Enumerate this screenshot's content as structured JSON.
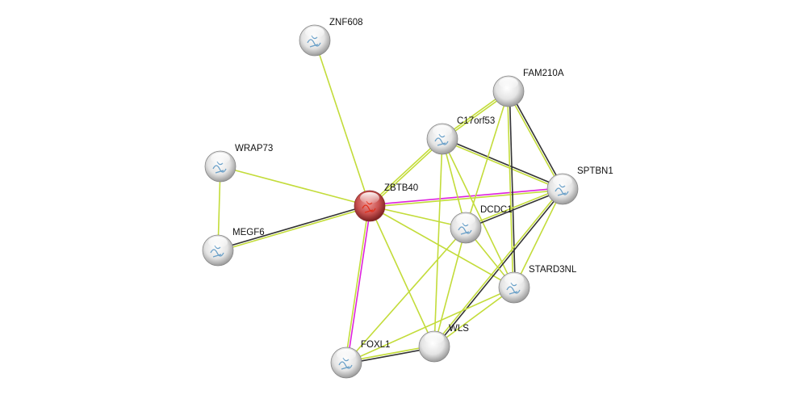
{
  "network": {
    "edge_colors": {
      "textmining": "#c3dc3a",
      "coexpression": "#333333",
      "experiments": "#dd22dd"
    },
    "node_colors": {
      "query": "#c0504d",
      "default": "#e8e8e8"
    },
    "nodes": [
      {
        "id": "ZNF608",
        "label": "ZNF608",
        "query": false,
        "structure": true
      },
      {
        "id": "FAM210A",
        "label": "FAM210A",
        "query": false,
        "structure": false
      },
      {
        "id": "C17orf53",
        "label": "C17orf53",
        "query": false,
        "structure": true
      },
      {
        "id": "WRAP73",
        "label": "WRAP73",
        "query": false,
        "structure": true
      },
      {
        "id": "SPTBN1",
        "label": "SPTBN1",
        "query": false,
        "structure": true
      },
      {
        "id": "ZBTB40",
        "label": "ZBTB40",
        "query": true,
        "structure": true
      },
      {
        "id": "DCDC1",
        "label": "DCDC1",
        "query": false,
        "structure": true
      },
      {
        "id": "MEGF6",
        "label": "MEGF6",
        "query": false,
        "structure": true
      },
      {
        "id": "STARD3NL",
        "label": "STARD3NL",
        "query": false,
        "structure": true
      },
      {
        "id": "WLS",
        "label": "WLS",
        "query": false,
        "structure": false
      },
      {
        "id": "FOXL1",
        "label": "FOXL1",
        "query": false,
        "structure": true
      }
    ],
    "edges": [
      {
        "source": "ZNF608",
        "target": "ZBTB40",
        "evidence": [
          "textmining"
        ]
      },
      {
        "source": "WRAP73",
        "target": "ZBTB40",
        "evidence": [
          "textmining"
        ]
      },
      {
        "source": "WRAP73",
        "target": "MEGF6",
        "evidence": [
          "textmining"
        ]
      },
      {
        "source": "MEGF6",
        "target": "ZBTB40",
        "evidence": [
          "coexpression",
          "textmining"
        ]
      },
      {
        "source": "ZBTB40",
        "target": "C17orf53",
        "evidence": [
          "textmining",
          "textmining"
        ]
      },
      {
        "source": "ZBTB40",
        "target": "SPTBN1",
        "evidence": [
          "experiments",
          "textmining"
        ]
      },
      {
        "source": "ZBTB40",
        "target": "DCDC1",
        "evidence": [
          "textmining"
        ]
      },
      {
        "source": "ZBTB40",
        "target": "STARD3NL",
        "evidence": [
          "textmining"
        ]
      },
      {
        "source": "ZBTB40",
        "target": "WLS",
        "evidence": [
          "textmining"
        ]
      },
      {
        "source": "ZBTB40",
        "target": "FOXL1",
        "evidence": [
          "experiments",
          "textmining"
        ]
      },
      {
        "source": "C17orf53",
        "target": "FAM210A",
        "evidence": [
          "textmining",
          "textmining"
        ]
      },
      {
        "source": "C17orf53",
        "target": "SPTBN1",
        "evidence": [
          "coexpression",
          "textmining"
        ]
      },
      {
        "source": "C17orf53",
        "target": "WLS",
        "evidence": [
          "textmining"
        ]
      },
      {
        "source": "C17orf53",
        "target": "STARD3NL",
        "evidence": [
          "textmining"
        ]
      },
      {
        "source": "C17orf53",
        "target": "DCDC1",
        "evidence": [
          "textmining"
        ]
      },
      {
        "source": "FAM210A",
        "target": "DCDC1",
        "evidence": [
          "textmining"
        ]
      },
      {
        "source": "FAM210A",
        "target": "STARD3NL",
        "evidence": [
          "coexpression",
          "textmining"
        ]
      },
      {
        "source": "FAM210A",
        "target": "SPTBN1",
        "evidence": [
          "coexpression",
          "textmining"
        ]
      },
      {
        "source": "SPTBN1",
        "target": "DCDC1",
        "evidence": [
          "coexpression",
          "textmining"
        ]
      },
      {
        "source": "SPTBN1",
        "target": "STARD3NL",
        "evidence": [
          "textmining"
        ]
      },
      {
        "source": "SPTBN1",
        "target": "WLS",
        "evidence": [
          "coexpression",
          "textmining"
        ]
      },
      {
        "source": "DCDC1",
        "target": "FOXL1",
        "evidence": [
          "textmining"
        ]
      },
      {
        "source": "DCDC1",
        "target": "WLS",
        "evidence": [
          "textmining"
        ]
      },
      {
        "source": "DCDC1",
        "target": "STARD3NL",
        "evidence": [
          "textmining"
        ]
      },
      {
        "source": "STARD3NL",
        "target": "WLS",
        "evidence": [
          "textmining"
        ]
      },
      {
        "source": "STARD3NL",
        "target": "FOXL1",
        "evidence": [
          "textmining"
        ]
      },
      {
        "source": "WLS",
        "target": "FOXL1",
        "evidence": [
          "coexpression",
          "textmining"
        ]
      }
    ]
  }
}
